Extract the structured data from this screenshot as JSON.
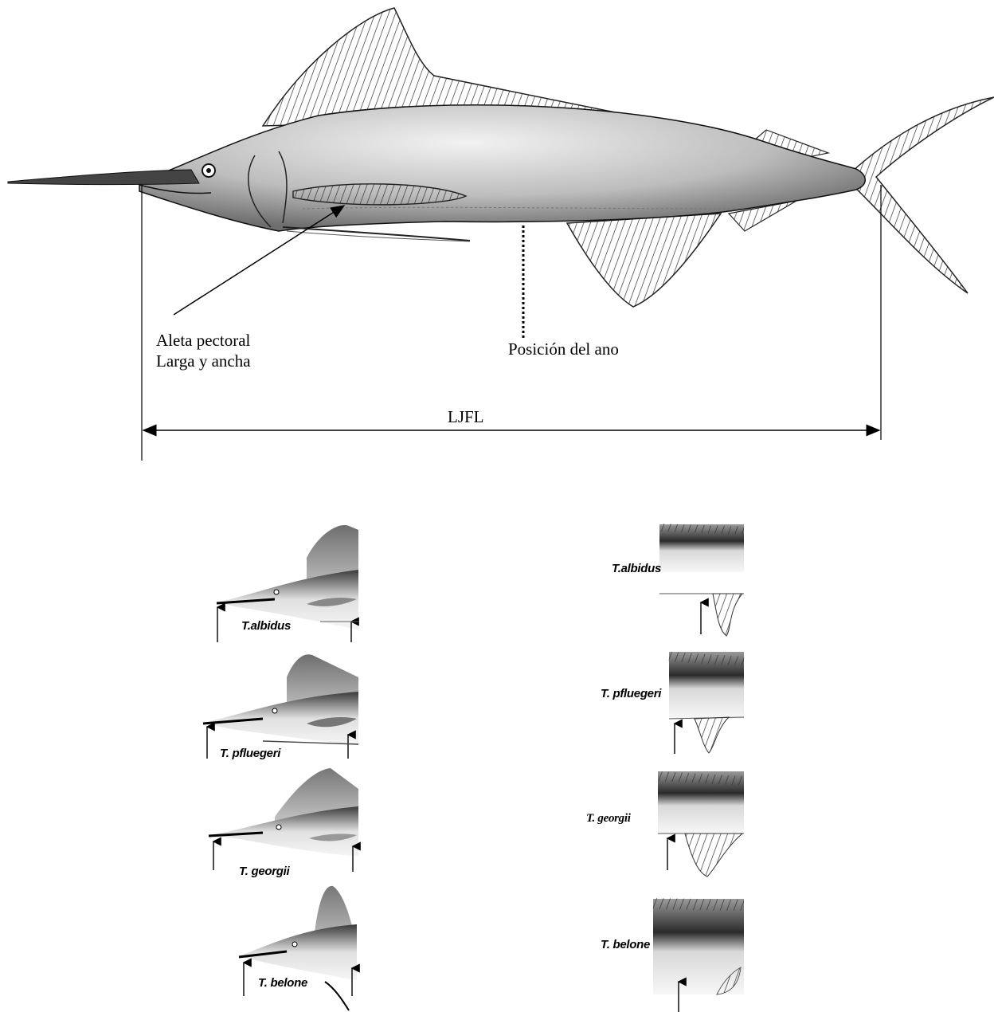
{
  "labels": {
    "pectoral_line1": "Aleta pectoral",
    "pectoral_line2": "Larga y ancha",
    "anus": "Posición del ano",
    "ljfl": "LJFL"
  },
  "species_left": [
    "T.albidus",
    "T. pfluegeri",
    "T. georgii",
    "T. belone"
  ],
  "species_right": [
    "T.albidus",
    "T. pfluegeri",
    "T. georgii",
    "T. belone"
  ]
}
